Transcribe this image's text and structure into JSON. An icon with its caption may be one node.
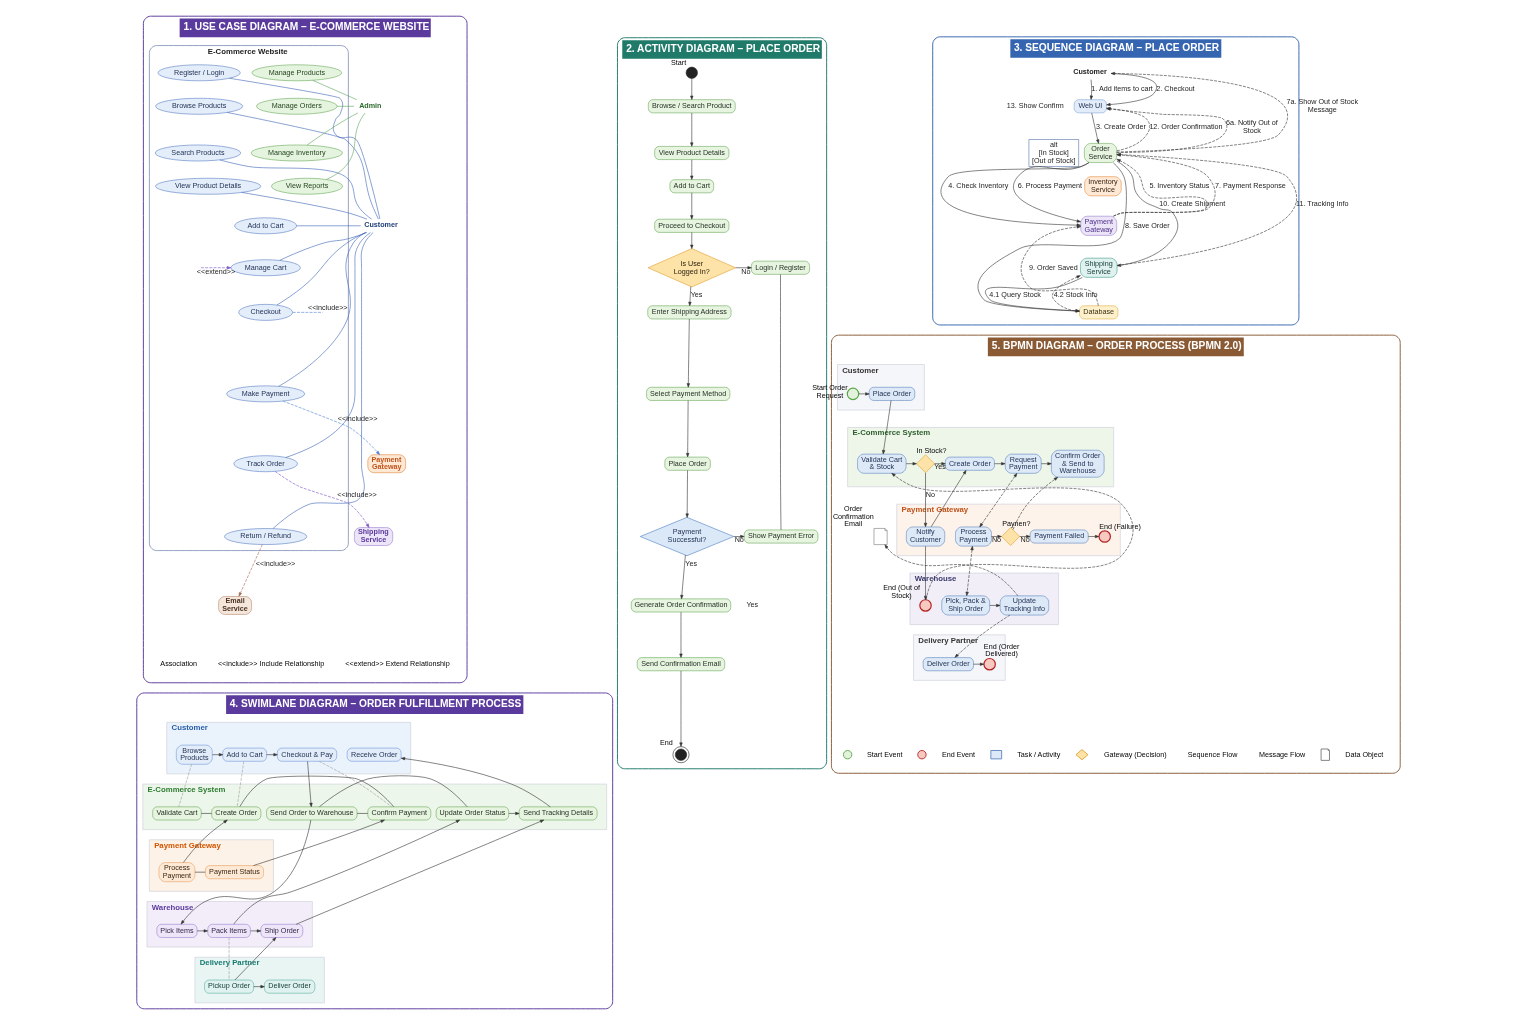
{
  "diagram": {
    "nodes": [
      {
        "text": [
          "1. USE CASE DIAGRAM – E-COMMERCE WEBSITE"
        ]
      },
      {
        "text": [
          "E-Commerce Website"
        ],
        "in": 0
      },
      {
        "text": [
          "Customer"
        ],
        "in": 0
      },
      {
        "text": [
          "Register / Login"
        ],
        "in": 1
      },
      {
        "text": [
          "Browse Products"
        ],
        "in": 1
      },
      {
        "text": [
          "Search Products"
        ],
        "in": 1
      },
      {
        "text": [
          "View Product Details"
        ],
        "in": 1
      },
      {
        "text": [
          "Add to Cart"
        ],
        "in": 1
      },
      {
        "text": [
          "Manage Cart"
        ],
        "in": 1
      },
      {
        "text": [
          "Checkout"
        ],
        "in": 1
      },
      {
        "text": [
          "Make Payment"
        ],
        "in": 1
      },
      {
        "text": [
          "Track Order"
        ],
        "in": 1
      },
      {
        "text": [
          "Return / Refund"
        ],
        "in": 1
      },
      {
        "text": [
          "Manage Products"
        ],
        "in": 1
      },
      {
        "text": [
          "Manage Orders"
        ],
        "in": 1
      },
      {
        "text": [
          "Manage Inventory"
        ],
        "in": 1
      },
      {
        "text": [
          "View Reports"
        ],
        "in": 1
      },
      {
        "text": [
          "Admin"
        ],
        "in": 0
      },
      {
        "text": [
          "Payment Gateway"
        ],
        "in": 0
      },
      {
        "text": [
          "Shipping Service"
        ],
        "in": 0
      },
      {
        "text": [
          "Email Service"
        ],
        "in": 0
      },
      {
        "text": [
          "2. ACTIVITY DIAGRAM – PLACE ORDER"
        ]
      },
      {
        "text": [],
        "shape": "circle",
        "beside": [
          "Start"
        ],
        "in": 21
      },
      {
        "text": [
          "Browse / Search Product"
        ],
        "in": 21
      },
      {
        "text": [
          "View Product Details"
        ],
        "in": 21
      },
      {
        "text": [
          "Add to Cart"
        ],
        "in": 21
      },
      {
        "text": [
          "Proceed to Checkout"
        ],
        "in": 21
      },
      {
        "text": [
          "Is User Logged In?"
        ],
        "in": 21
      },
      {
        "text": [
          "Login / Register"
        ],
        "in": 21
      },
      {
        "text": [
          "Enter Shipping Address"
        ],
        "in": 21
      },
      {
        "text": [
          "Select Payment Method"
        ],
        "in": 21
      },
      {
        "text": [
          "Place Order"
        ],
        "in": 21
      },
      {
        "text": [
          "Payment Successful?"
        ],
        "in": 21
      },
      {
        "text": [
          "Show Payment Error"
        ],
        "in": 21
      },
      {
        "text": [
          "Generate Order Confirmation"
        ],
        "in": 21
      },
      {
        "text": [
          "Send Confirmation Email"
        ],
        "in": 21
      },
      {
        "text": [],
        "shape": "circle",
        "beside": [
          "End"
        ],
        "in": 21
      },
      {
        "text": [
          "3. SEQUENCE DIAGRAM – PLACE ORDER"
        ]
      },
      {
        "text": [
          "Customer"
        ],
        "in": 37
      },
      {
        "text": [
          "Web UI"
        ],
        "in": 37
      },
      {
        "text": [
          "Order Service"
        ],
        "in": 37
      },
      {
        "text": [
          "Inventory Service"
        ],
        "in": 37
      },
      {
        "text": [
          "Payment Gateway"
        ],
        "in": 37
      },
      {
        "text": [
          "Shipping Service"
        ],
        "in": 37
      },
      {
        "text": [
          "Database"
        ],
        "in": 37
      },
      {
        "text": [
          "alt",
          "[In Stock]",
          "[Out of Stock]"
        ],
        "in": 37
      },
      {
        "text": [
          "4. SWIMLANE DIAGRAM – ORDER FULFILLMENT PROCESS"
        ]
      },
      {
        "text": [
          "Customer"
        ],
        "in": 46
      },
      {
        "text": [
          "Browse Products"
        ],
        "in": 47
      },
      {
        "text": [
          "Add to Cart"
        ],
        "in": 47
      },
      {
        "text": [
          "Checkout & Pay"
        ],
        "in": 47
      },
      {
        "text": [
          "Receive Order"
        ],
        "in": 47
      },
      {
        "text": [
          "E-Commerce System"
        ],
        "in": 46
      },
      {
        "text": [
          "Validate Cart"
        ],
        "in": 52
      },
      {
        "text": [
          "Create Order"
        ],
        "in": 52
      },
      {
        "text": [
          "Confirm Payment"
        ],
        "in": 52
      },
      {
        "text": [
          "Send Order to Warehouse"
        ],
        "in": 52
      },
      {
        "text": [
          "Update Order Status"
        ],
        "in": 52
      },
      {
        "text": [
          "Send Tracking Details"
        ],
        "in": 52
      },
      {
        "text": [
          "Payment Gateway"
        ],
        "in": 46
      },
      {
        "text": [
          "Process Payment"
        ],
        "in": 59
      },
      {
        "text": [
          "Payment Status"
        ],
        "in": 59
      },
      {
        "text": [
          "Warehouse"
        ],
        "in": 46
      },
      {
        "text": [
          "Pick Items"
        ],
        "in": 62
      },
      {
        "text": [
          "Pack Items"
        ],
        "in": 62
      },
      {
        "text": [
          "Ship Order"
        ],
        "in": 62
      },
      {
        "text": [
          "Delivery Partner"
        ],
        "in": 46
      },
      {
        "text": [
          "Pickup Order"
        ],
        "in": 66
      },
      {
        "text": [
          "Deliver Order"
        ],
        "in": 66
      },
      {
        "text": [
          "5. BPMN DIAGRAM – ORDER PROCESS (BPMN 2.0)"
        ]
      },
      {
        "text": [
          "Customer"
        ],
        "in": 69
      },
      {
        "text": [],
        "shape": "circle",
        "beside": [
          "Start Order Request"
        ],
        "in": 70
      },
      {
        "text": [
          "Place Order"
        ],
        "in": 70
      },
      {
        "text": [
          "E-Commerce System"
        ],
        "in": 69
      },
      {
        "text": [
          "Validate Cart & Stock"
        ],
        "in": 73
      },
      {
        "text": [],
        "shape": "diamond",
        "beside": [
          "In Stock?"
        ],
        "in": 73
      },
      {
        "text": [
          "Create Order"
        ],
        "in": 73
      },
      {
        "text": [
          "Request Payment"
        ],
        "in": 73
      },
      {
        "text": [
          "Confirm Order & Send to Warehouse"
        ],
        "in": 73
      },
      {
        "text": [
          "Payment Gateway"
        ],
        "in": 69
      },
      {
        "text": [
          "Notify Customer"
        ],
        "in": 79
      },
      {
        "text": [
          "Process Payment"
        ],
        "in": 79
      },
      {
        "text": [],
        "shape": "diamond",
        "beside": [
          "Paynen?"
        ],
        "in": 79
      },
      {
        "text": [
          "Payment Failed"
        ],
        "in": 79
      },
      {
        "text": [],
        "shape": "circle",
        "beside": [
          "End (Failure)"
        ],
        "in": 79
      },
      {
        "text": [],
        "shape": "document",
        "beside": [
          "Order Confirmation Email"
        ],
        "in": 69
      },
      {
        "text": [
          "Warehouse"
        ],
        "in": 69
      },
      {
        "text": [],
        "shape": "circle",
        "beside": [
          "End (Out of Stock)"
        ],
        "in": 86
      },
      {
        "text": [
          "Pick, Pack & Ship Order"
        ],
        "in": 86
      },
      {
        "text": [
          "Update Tracking Info"
        ],
        "in": 86
      },
      {
        "text": [
          "Delivery Partner"
        ],
        "in": 69
      },
      {
        "text": [
          "Deliver Order"
        ],
        "in": 90
      },
      {
        "text": [],
        "shape": "circle",
        "beside": [
          "End (Order Delivered)"
        ],
        "in": 90
      }
    ],
    "edges": [
      {
        "from": 2,
        "to": 3,
        "arrow": "none",
        "color": "#3b63b5"
      },
      {
        "from": 2,
        "to": 4,
        "arrow": "none",
        "color": "#3b63b5"
      },
      {
        "from": 2,
        "to": 5,
        "arrow": "none",
        "color": "#3b63b5"
      },
      {
        "from": 2,
        "to": 6,
        "arrow": "none",
        "color": "#3b63b5"
      },
      {
        "from": 2,
        "to": 7,
        "arrow": "none",
        "color": "#3b63b5"
      },
      {
        "from": 2,
        "to": 8,
        "arrow": "none",
        "color": "#3b63b5"
      },
      {
        "from": 2,
        "to": 9,
        "arrow": "none",
        "color": "#3b63b5"
      },
      {
        "from": 2,
        "to": 10,
        "arrow": "none",
        "color": "#3b63b5"
      },
      {
        "from": 2,
        "to": 11,
        "arrow": "none",
        "color": "#3b63b5"
      },
      {
        "from": 2,
        "to": 12,
        "arrow": "none",
        "color": "#3b63b5"
      },
      {
        "from": 13,
        "to": 17,
        "arrow": "none",
        "color": "#5ba35b"
      },
      {
        "from": 14,
        "to": 17,
        "arrow": "none",
        "color": "#5ba35b"
      },
      {
        "from": 15,
        "to": 17,
        "arrow": "none",
        "color": "#5ba35b"
      },
      {
        "from": 16,
        "to": 17,
        "arrow": "none",
        "color": "#5ba35b"
      },
      {
        "from": null,
        "to": 8,
        "arrow": "to",
        "label": "<<extend>>",
        "style": "dashed",
        "color": "#7b52c7"
      },
      {
        "from": 9,
        "to": null,
        "arrow": "none",
        "label": "<<include>>",
        "style": "dashed",
        "color": "#4a7fd4"
      },
      {
        "from": 10,
        "to": 18,
        "arrow": "to",
        "label": "<<include>>",
        "style": "dashed",
        "color": "#4a7fd4"
      },
      {
        "from": 11,
        "to": 19,
        "arrow": "to",
        "label": "<<include>>",
        "style": "dashed",
        "color": "#7b52c7"
      },
      {
        "from": 12,
        "to": 20,
        "arrow": "to",
        "label": "<<include>>",
        "style": "dashed",
        "color": "#a0674b"
      },
      {
        "from": 22,
        "to": 23,
        "arrow": "to"
      },
      {
        "from": 23,
        "to": 24,
        "arrow": "to"
      },
      {
        "from": 24,
        "to": 25,
        "arrow": "to"
      },
      {
        "from": 25,
        "to": 26,
        "arrow": "to"
      },
      {
        "from": 26,
        "to": 27,
        "arrow": "to"
      },
      {
        "from": 27,
        "to": 28,
        "arrow": "to",
        "label": "No"
      },
      {
        "from": 27,
        "to": 29,
        "arrow": "to",
        "label": "Yes"
      },
      {
        "from": 29,
        "to": 30,
        "arrow": "to"
      },
      {
        "from": 30,
        "to": 31,
        "arrow": "to"
      },
      {
        "from": 31,
        "to": 32,
        "arrow": "to"
      },
      {
        "from": 32,
        "to": 33,
        "arrow": "to",
        "label": "No"
      },
      {
        "from": 32,
        "to": 34,
        "arrow": "to",
        "label": "Yes"
      },
      {
        "from": 28,
        "to": 33,
        "arrow": "none"
      },
      {
        "from": 34,
        "to": 35,
        "arrow": "to"
      },
      {
        "from": 35,
        "to": 36,
        "arrow": "to"
      },
      {
        "from": 38,
        "to": 39,
        "arrow": "to",
        "label": "1. Add items to cart"
      },
      {
        "from": 38,
        "to": 39,
        "arrow": "to",
        "label": "2. Checkout"
      },
      {
        "from": 39,
        "to": 40,
        "arrow": "to",
        "label": "3. Create Order"
      },
      {
        "from": 40,
        "to": 42,
        "arrow": "to",
        "label": "4. Check Inventory"
      },
      {
        "from": 43,
        "to": 44,
        "arrow": "to",
        "label": "4.1 Query Stock"
      },
      {
        "from": 42,
        "to": 40,
        "arrow": "to",
        "label": "5. Inventory Status",
        "style": "dashed"
      },
      {
        "from": 44,
        "to": 43,
        "arrow": "to",
        "label": "4.2 Stock Info",
        "style": "dashed"
      },
      {
        "from": 40,
        "to": 42,
        "arrow": "to",
        "label": "6. Process Payment"
      },
      {
        "from": 42,
        "to": 40,
        "arrow": "to",
        "label": "7. Payment Response",
        "style": "dashed"
      },
      {
        "from": 40,
        "to": 44,
        "arrow": "to",
        "label": "8. Save Order"
      },
      {
        "from": 44,
        "to": 42,
        "arrow": "to",
        "label": "9. Order Saved",
        "style": "dashed"
      },
      {
        "from": 40,
        "to": 43,
        "arrow": "to",
        "label": "10. Create Shipment"
      },
      {
        "from": 43,
        "to": 40,
        "arrow": "to",
        "label": "11. Tracking Info",
        "style": "dashed"
      },
      {
        "from": 40,
        "to": 39,
        "arrow": "to",
        "label": "12. Order Confirmation",
        "style": "dashed"
      },
      {
        "from": 40,
        "to": 39,
        "arrow": "to",
        "label": "6a. Notify Out of Stock",
        "style": "dashed"
      },
      {
        "from": 40,
        "to": 38,
        "arrow": "to",
        "label": "7a. Show Out of Stock Message",
        "style": "dashed"
      },
      {
        "from": 48,
        "to": 49,
        "arrow": "to"
      },
      {
        "from": 49,
        "to": 50,
        "arrow": "to"
      },
      {
        "from": 50,
        "to": 56,
        "arrow": "to"
      },
      {
        "from": 48,
        "to": 53,
        "arrow": "none",
        "style": "dashed",
        "color": "#9a9a9a"
      },
      {
        "from": 49,
        "to": 54,
        "arrow": "none",
        "style": "dashed",
        "color": "#9a9a9a"
      },
      {
        "from": 50,
        "to": 55,
        "arrow": "none",
        "style": "dashed",
        "color": "#9a9a9a"
      },
      {
        "from": 53,
        "to": 54,
        "arrow": "none"
      },
      {
        "from": 54,
        "to": 55,
        "arrow": "none"
      },
      {
        "from": 55,
        "to": 56,
        "arrow": "none"
      },
      {
        "from": 56,
        "to": 57,
        "arrow": "none"
      },
      {
        "from": 57,
        "to": 58,
        "arrow": "to"
      },
      {
        "from": 58,
        "to": 51,
        "arrow": "to"
      },
      {
        "from": 60,
        "to": 54,
        "arrow": "to"
      },
      {
        "from": 60,
        "to": 61,
        "arrow": "none"
      },
      {
        "from": 61,
        "to": 55,
        "arrow": "to"
      },
      {
        "from": 56,
        "to": 63,
        "arrow": "to"
      },
      {
        "from": 63,
        "to": 64,
        "arrow": "to"
      },
      {
        "from": 64,
        "to": 65,
        "arrow": "to"
      },
      {
        "from": 64,
        "to": 57,
        "arrow": "to"
      },
      {
        "from": 65,
        "to": 58,
        "arrow": "to"
      },
      {
        "from": 64,
        "to": 67,
        "arrow": "none",
        "style": "dashed",
        "color": "#9a9a9a"
      },
      {
        "from": 67,
        "to": 68,
        "arrow": "to"
      },
      {
        "from": 67,
        "to": 65,
        "arrow": "to"
      },
      {
        "from": 71,
        "to": 72,
        "arrow": "to"
      },
      {
        "from": 72,
        "to": 74,
        "arrow": "to"
      },
      {
        "from": 74,
        "to": 75,
        "arrow": "to"
      },
      {
        "from": 75,
        "to": 76,
        "arrow": "to",
        "label": "Yes"
      },
      {
        "from": 75,
        "to": 80,
        "arrow": "to",
        "label": "No"
      },
      {
        "from": 80,
        "to": 76,
        "arrow": "to"
      },
      {
        "from": 80,
        "to": 87,
        "arrow": "to"
      },
      {
        "from": 87,
        "to": 74,
        "arrow": "to",
        "style": "dashed"
      },
      {
        "from": 76,
        "to": 77,
        "arrow": "to"
      },
      {
        "from": 77,
        "to": 78,
        "arrow": "to"
      },
      {
        "from": 77,
        "to": 81,
        "arrow": "both",
        "style": "dashed"
      },
      {
        "from": 81,
        "to": 82,
        "arrow": "to",
        "label": "No"
      },
      {
        "from": 82,
        "to": 83,
        "arrow": "to",
        "label": "No"
      },
      {
        "from": 82,
        "to": 78,
        "arrow": "to",
        "style": "dashed"
      },
      {
        "from": 83,
        "to": 84,
        "arrow": "to"
      },
      {
        "from": 81,
        "to": 88,
        "arrow": "both",
        "style": "dashed"
      },
      {
        "from": 88,
        "to": 89,
        "arrow": "to"
      },
      {
        "from": 89,
        "to": 91,
        "arrow": "to",
        "style": "dashed"
      },
      {
        "from": 89,
        "to": 85,
        "arrow": "to",
        "style": "dashed"
      },
      {
        "from": 91,
        "to": 92,
        "arrow": "to"
      }
    ],
    "labels": [
      "Yes",
      "13. Show Confirm"
    ],
    "legend": [
      {
        "text": "Association"
      },
      {
        "text": "<<include>> Include Relationship"
      },
      {
        "text": "<<extend>> Extend Relationship"
      },
      {
        "text": "Start Event"
      },
      {
        "text": "End Event"
      },
      {
        "text": "Task / Activity"
      },
      {
        "text": "Gateway (Decision)"
      },
      {
        "text": "Sequence Flow"
      },
      {
        "text": "Message Flow"
      },
      {
        "text": "Data Object"
      }
    ]
  }
}
